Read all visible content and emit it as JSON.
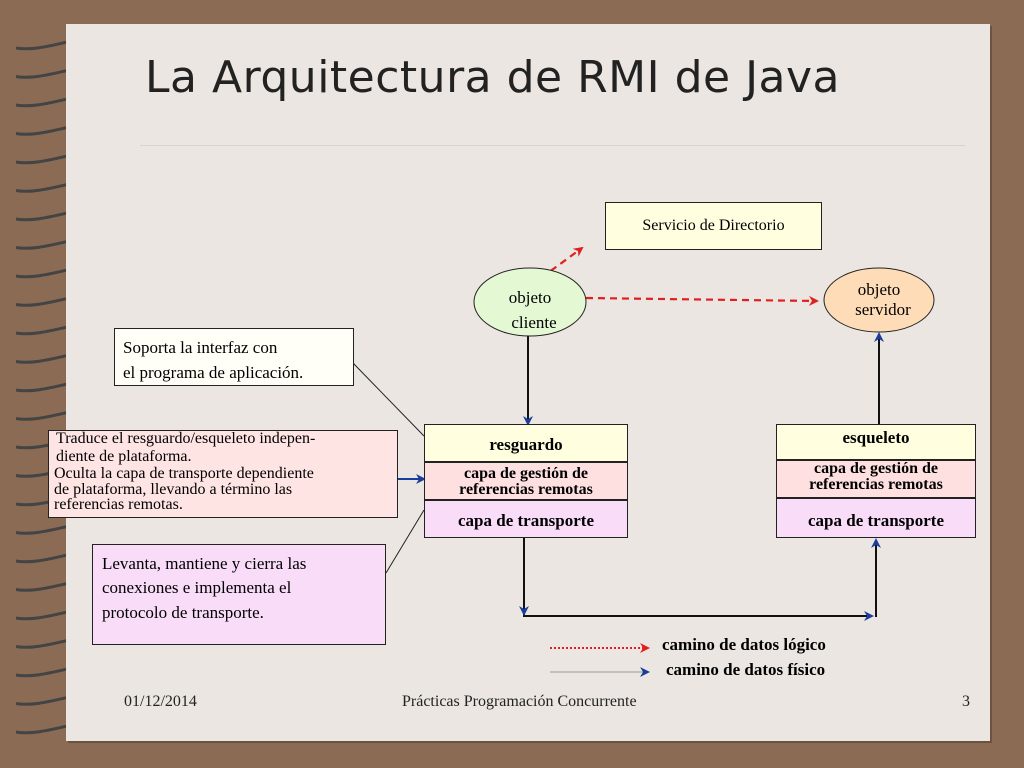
{
  "slide": {
    "title": "La Arquitectura de RMI de Java",
    "footer": {
      "date": "01/12/2014",
      "course": "Prácticas Programación Concurrente",
      "page": "3"
    }
  },
  "diagram": {
    "directory_service": "Servicio de Directorio",
    "client_object": {
      "line1": "objeto",
      "line2": "cliente"
    },
    "server_object": {
      "line1": "objeto",
      "line2": "servidor"
    },
    "client_stack": {
      "stub": "resguardo",
      "ref_layer_1": "capa de gestión de",
      "ref_layer_2": "referencias remotas",
      "transport": "capa de transporte"
    },
    "server_stack": {
      "skeleton": "esqueleto",
      "ref_layer_1": "capa de gestión de",
      "ref_layer_2": "referencias remotas",
      "transport": "capa de transporte"
    },
    "notes": {
      "interface_1": "Soporta la interfaz con",
      "interface_2": "el programa de aplicación.",
      "stub_1": "Traduce el resguardo/esqueleto indepen-",
      "stub_2": "diente de plataforma.",
      "stub_3": "Oculta la capa de transporte dependiente",
      "stub_4": "de plataforma, llevando a término las",
      "stub_5": "referencias remotas.",
      "transport_1": "Levanta, mantiene y cierra las",
      "transport_2": "conexiones e implementa el",
      "transport_3": "protocolo de transporte."
    },
    "legend": {
      "logical": "camino de datos lógico",
      "physical": "camino de datos físico"
    }
  },
  "colors": {
    "yellow_box": "#ffffe0",
    "pink_box": "#ffe0e0",
    "purple_box": "#f8dcf8",
    "client_ellipse": "#e4f8d4",
    "server_ellipse": "#ffdcb8",
    "logical_arrow": "#e02020",
    "physical_arrow": "#1a3c9c"
  }
}
